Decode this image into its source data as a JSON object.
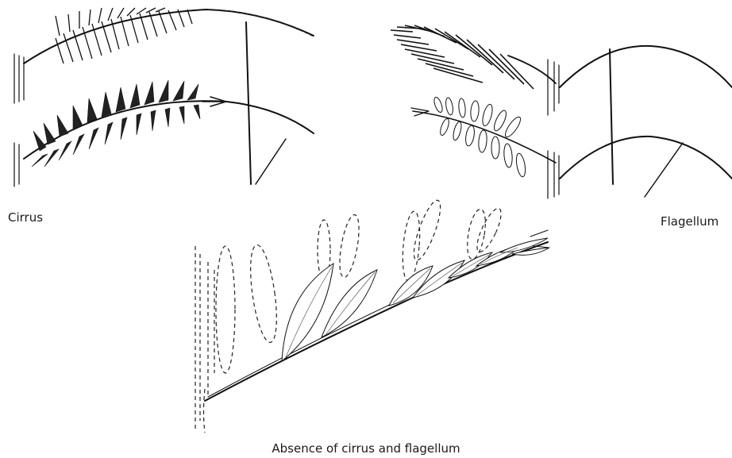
{
  "labels": {
    "cirrus": "Cirrus",
    "flagellum": "Flagellum",
    "absence": "Absence of cirrus and flagellum"
  },
  "colors": {
    "ink": "#111111",
    "background": "#ffffff"
  }
}
